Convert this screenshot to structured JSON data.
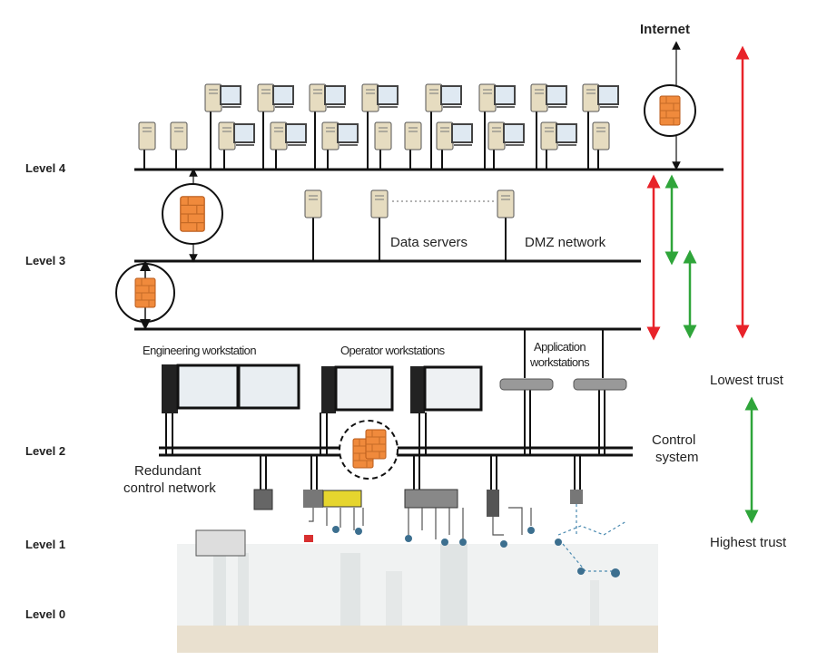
{
  "levels": [
    "Level 4",
    "Level 3",
    "Level 2",
    "Level 1",
    "Level 0"
  ],
  "labels": {
    "internet": "Internet",
    "data_servers": "Data servers",
    "dmz_network": "DMZ network",
    "engineering_workstation": "Engineering workstation",
    "operator_workstations": "Operator workstations",
    "application_workstations_1": "Application",
    "application_workstations_2": "workstations",
    "control_system_1": "Control",
    "control_system_2": "system",
    "redundant_network_1": "Redundant",
    "redundant_network_2": "control network",
    "lowest_trust": "Lowest trust",
    "highest_trust": "Highest trust"
  },
  "colors": {
    "red_arrow": "#e8232a",
    "green_arrow": "#2fa53a",
    "firewall": "#f08a3c",
    "server": "#e6dcc0",
    "plant_background": "#dfe4e4"
  },
  "icons": [
    "firewall-icon",
    "server-icon",
    "workstation-icon",
    "monitor-icon",
    "controller-icon",
    "field-device-icon"
  ]
}
